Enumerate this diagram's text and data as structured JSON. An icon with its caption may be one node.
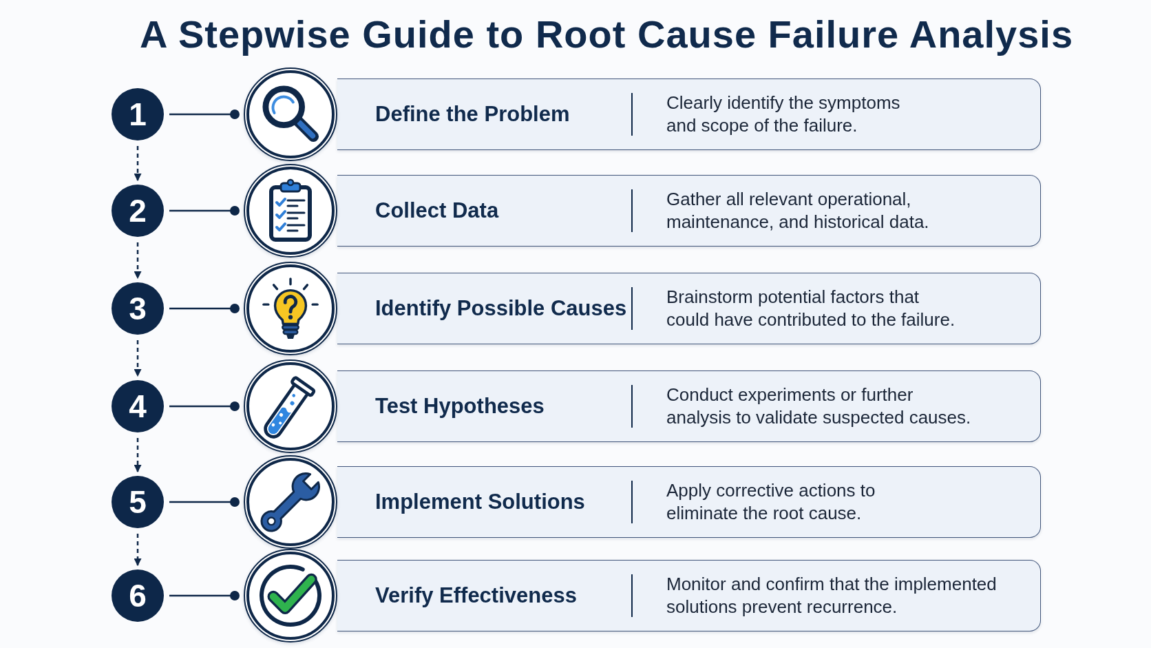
{
  "diagram": {
    "title": "A Stepwise Guide to Root Cause Failure Analysis",
    "nodes": [
      {
        "text": [
          "1"
        ]
      },
      {
        "text": [],
        "shape": "circle"
      },
      {
        "text": [
          "Define the Problem",
          "Clearly identify the symptoms and scope of the failure."
        ]
      },
      {
        "text": [
          "2"
        ]
      },
      {
        "text": [],
        "shape": "circle"
      },
      {
        "text": [
          "Collect Data",
          "Gather all relevant operational, maintenance, and historical data."
        ]
      },
      {
        "text": [
          "3"
        ]
      },
      {
        "text": [],
        "shape": "circle"
      },
      {
        "text": [
          "Identify Possible Causes",
          "Brainstorm potential factors that could have contributed to the failure."
        ]
      },
      {
        "text": [
          "4"
        ]
      },
      {
        "text": [],
        "shape": "circle"
      },
      {
        "text": [
          "Test Hypotheses",
          "Conduct experiments or further analysis to validate suspected causes."
        ]
      },
      {
        "text": [
          "5"
        ]
      },
      {
        "text": [],
        "shape": "circle"
      },
      {
        "text": [
          "Implement Solutions",
          "Apply corrective actions to eliminate the root cause."
        ]
      },
      {
        "text": [
          "6"
        ]
      },
      {
        "text": [],
        "shape": "circle"
      },
      {
        "text": [
          "Verify Effectiveness",
          "Monitor and confirm that the implemented solutions prevent recurrence."
        ]
      }
    ],
    "edges": [
      {
        "from": 0,
        "to": 1,
        "arrow": "other"
      },
      {
        "from": 0,
        "to": 3,
        "arrow": "to",
        "style": "dashed"
      },
      {
        "from": 3,
        "to": 4,
        "arrow": "other"
      },
      {
        "from": 3,
        "to": 6,
        "arrow": "to",
        "style": "dashed"
      },
      {
        "from": 6,
        "to": 7,
        "arrow": "other"
      },
      {
        "from": 6,
        "to": 9,
        "arrow": "to",
        "style": "dashed"
      },
      {
        "from": 9,
        "to": 10,
        "arrow": "other"
      },
      {
        "from": 9,
        "to": 12,
        "arrow": "to",
        "style": "dashed"
      },
      {
        "from": 12,
        "to": 13,
        "arrow": "other"
      },
      {
        "from": 12,
        "to": 15,
        "arrow": "to",
        "style": "dashed"
      },
      {
        "from": 15,
        "to": 16,
        "arrow": "other"
      }
    ]
  }
}
